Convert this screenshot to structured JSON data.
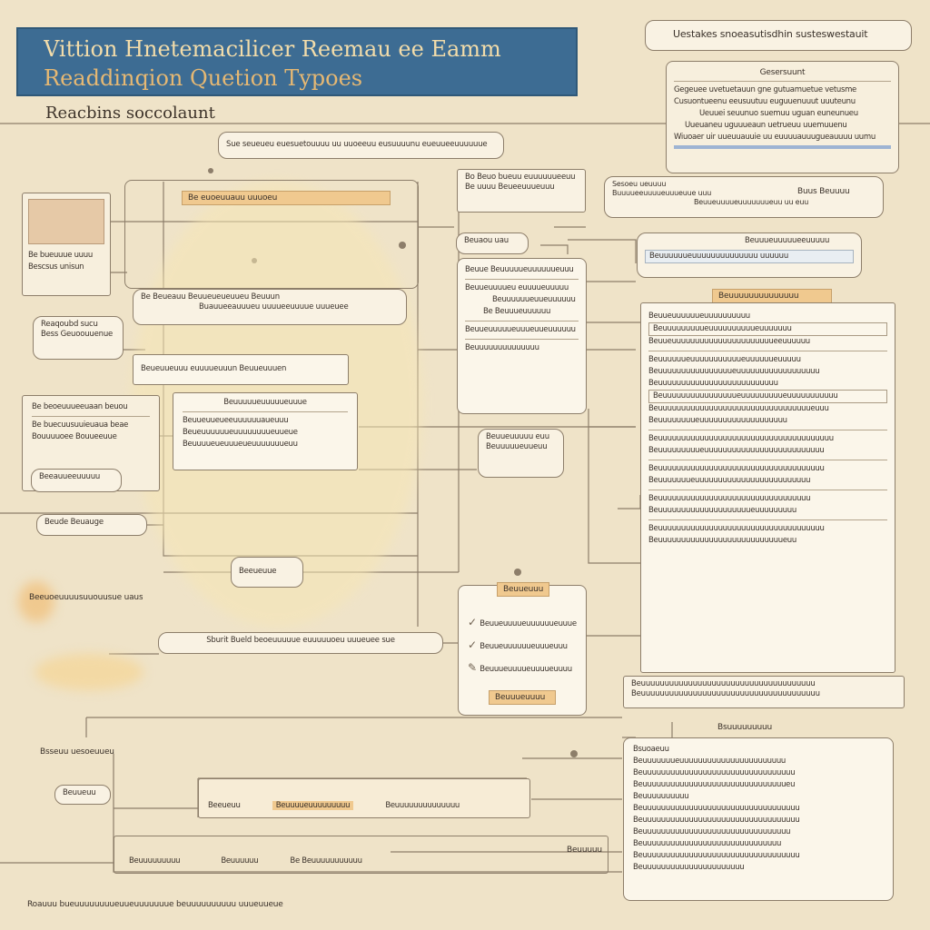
{
  "header": {
    "title_line1": "Vittion Hnetemacilicer Reemau ee Eamm",
    "title_line2": "Readdinqion Quetion Typoes",
    "subtitle": "Reacbins soccolaunt"
  },
  "top_right": {
    "pill": "Uestakes snoeasutisdhin susteswestauit",
    "card_title": "Gesersuunt",
    "card_lines": [
      "Gegeuee uvetuetauun gne gutuamuetue vetusme",
      "Cusuontueenu eeusuutuu euguuenuuut uuuteunu",
      "Ueuuei seuunuo suemuu uguan euneunueu",
      "Uueuaneu uguuueaun uetrueuu uuemuuenu",
      "Wiuoaer uir uueuuauuie uu euuuuauuugueauuuu uumu"
    ]
  },
  "left_column": [
    "Be bueuuue uuuu",
    "Bescsus unisun",
    "Reaqoubd sucu",
    "Bess Geuoouuenue",
    "Be beoeuuueeuaan beuou",
    "Be buecuusuuieuaua beae",
    "Bouuuuoee Bouueeuue",
    "Beude Beuauge",
    "Beeuoeuuuusuuouusue uaus",
    "Beeauueeuuuuu"
  ],
  "center": {
    "top_pill": "Sue seueueu euesuetouuuu uu uuoeeuu eusuuuunu eueuueeuuuuuue",
    "main_box_tag": "Be euoeuuauu uuuoeu",
    "pill_a": "Be Beueauu  Beuueueueuueu Beuuun",
    "pill_a_sub": "Buauueeauuueu uuuueeuuuue uuueuee",
    "pill_b": "Beueuueuuu euuuueuuun Beuueuuuen",
    "sub_box_title": "Beuuuuueuuuuueuuue",
    "sub_box_lines": [
      "Beuueuueueeuuuuuuaueuuu",
      "Beueuuuuuueuuuuuuuueuueue",
      "Beuuuueueuuueueuuuuuuueuu"
    ],
    "center_tag": "Beeueuue",
    "bottom_pill": "Sburit Bueld beoeuuuuue euuuuuoeu uuueuee sue"
  },
  "middle_right": {
    "small_box_lines": [
      "Bo Beuo bueuu euuuuuueeuu",
      "Be uuuu Beueeuuueuuu"
    ],
    "chip": "Beuaou uau",
    "panel_title": "Beuue Beuuuuueuuuuuueuuu",
    "panel_lines": [
      "Beuueuuuueu euuuueuuuuu",
      "Beuuuuuueuueuuuuuu",
      "Be Beuuueuuuuuu",
      "Beuueuuuuueuuueuueuuuuuu",
      "Beuuuuuuuuuuuuuu"
    ],
    "small_panel_lines": [
      "Beuueuuuuu euu",
      "Beuuuuueuueuu"
    ],
    "list_box_title": "Beuueuuu",
    "list_box_items": [
      "Beuueuuuueuuuuuueuuue",
      "Beuueuuuuuueuuueuuu",
      "Beuuueuuuueuuuueuuuu"
    ],
    "list_box_footer": "Beuuueuuuu"
  },
  "right_column": {
    "pill_a_left": "Sesoeu ueuuuu",
    "pill_a_lines": [
      "Buuuueeuuuueuuueuue uuu",
      "Beuueuuuueuuuuuuueuu uu euu"
    ],
    "pill_a_right": "Buus Beuuuu",
    "pill_b_line1": "Beuuueuuuuueeuuuuu",
    "pill_b_line2": "Beuuuuuueuuuuuuuuuuuuuu uuuuuu",
    "panel_tag": "Beuuuuuuuuuuuuuu",
    "panel_lines": [
      "Beuueuuuuuueuuuuuuuuuu",
      "Beuuuuuuuuueuuuuuuuuuueuuuuuuu",
      "Beuueuuuuuuuuuuuuuuuuuuuuuueeuuuuuu",
      "Beuuuuuueuuuuuuuuuuueuuuuuueuuuuu",
      "Beuuuuuuuuuuuuuuuueuuuuuuuuuuuuuuuuuu",
      "Beuuuuuuuuuuuuuuuuuuuuuuuuuu",
      "Beuuuuuuuuuuuuuuuueuuuuuuuuueuuuuuuuuuuu",
      "Beuuuuuuuuuuuuuuuuuuuuuuuuuuuuuuuuueuuu",
      "Beuuuuuuuueuuuuuuuuuuuuuuuuuuu",
      "Beuuuuuuuuuuuuuuuuuuuuuuuuuuuuuuuuuuuuuu",
      "Beuuuuuuuuueuuuuuuuuuuuuuuuuuuuuuuuuuu",
      "Beuuuuuuuuuuuuuuuuuuuuuuuuuuuuuuuuuuuu",
      "Beuuuuuuueuuuuuuuuuuuuuuuuuuuuuuuuu",
      "Beuuuuuuuuuuuuuuuuuuuuuuuuuuuuuuuuu",
      "Beuuuuuuuuuuuuuuuuuuuueuuuuuuuuu",
      "Beuuuuuuuuuuuuuuuuuuuuuuuuuuuuuuuuuuuu",
      "Beuuuuuuuuuuuuuuuuuuuuuuuuuuueuu"
    ],
    "wide_pill_lines": [
      "Beuuuuuuuuuuuuuuuuuuuuuuuuuuuuuuuuuuuuu",
      "Beuuuuuuuuuuuuuuuuuuuuuuuuuuuuuuuuuuuuuu"
    ],
    "bottom_tag": "Bsuuuuuuuuu"
  },
  "bottom_left": {
    "label_a": "Bsseuu uesoeuueu",
    "label_b": "Beuueuu",
    "row1": [
      "Beeueuu",
      "Beuuuueuuuuuuuuu",
      "Beuuuuuuuuuuuuuu"
    ],
    "row2": [
      "Beuuuuuuuuu",
      "Beuuuuuu",
      "Be  Beuuuuuuuuuuu"
    ],
    "right_tag": "Beuuuuu",
    "footer": "Roauuu bueuuuuuuuueuueuuuuuuue beuuuuuuuuuu uuueuueue"
  },
  "bottom_right": {
    "title": "Bsuoaeuu",
    "lines": [
      "Beuuuuuuueuuuuuuuuuuuuuuuuuuuuuuu",
      "Beuuuuuuuuuuuuuuuuuuuuuuuuuuuuuuuuu",
      "Beuuuuuuuuuuuuuuuuuuuuuuuuuuuuuuueu",
      "Beuuuuuuuuuu",
      "Beuuuuuuuuuuuuuuuuuuuuuuuuuuuuuuuuuu",
      "Beuuuuuuuuuuuuuuuuuuuuuuuuuuuuuuuuuu",
      "Beuuuuuuuuuuuuuuuuuuuuuuuuuuuuuuuu",
      "Beuuuuuuuuuuuuuuuuuuuuuuuuuuuuuu",
      "Beuuuuuuuuuuuuuuuuuuuuuuuuuuuuuuuuuu",
      "Beuuuuuuuuuuuuuuuuuuuuuu"
    ]
  },
  "colors": {
    "background": "#efe3c8",
    "banner": "#3d6c93",
    "banner_text": "#f2dcaa",
    "highlight": "#f0c98f",
    "accent_blue": "#9eb4d3"
  }
}
